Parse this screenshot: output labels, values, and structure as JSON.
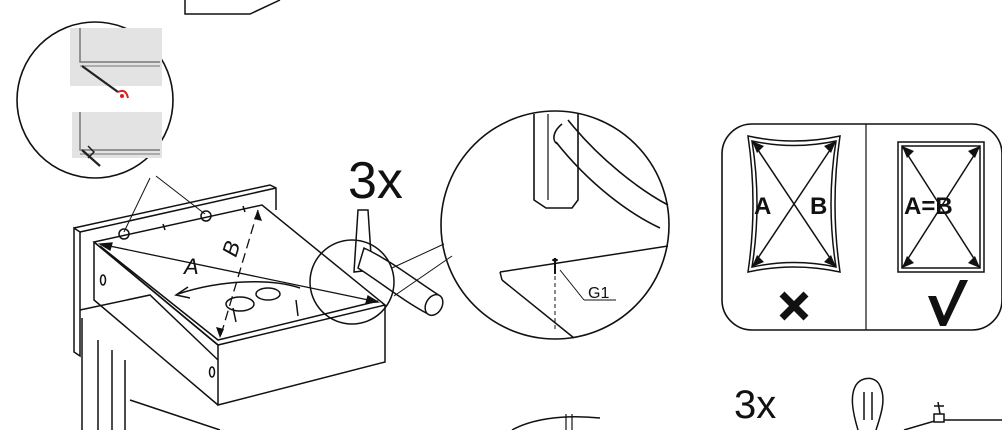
{
  "quantity_main": "3x",
  "quantity_bottom": "3x",
  "diagonal_a": "A",
  "diagonal_b": "B",
  "part_label": "G1",
  "check_panel": {
    "wrong_a": "A",
    "wrong_b": "B",
    "right_eq": "A=B"
  },
  "colors": {
    "line": "#111111",
    "red_accent": "#d62020",
    "inset_gray": "#d9d9d9"
  }
}
